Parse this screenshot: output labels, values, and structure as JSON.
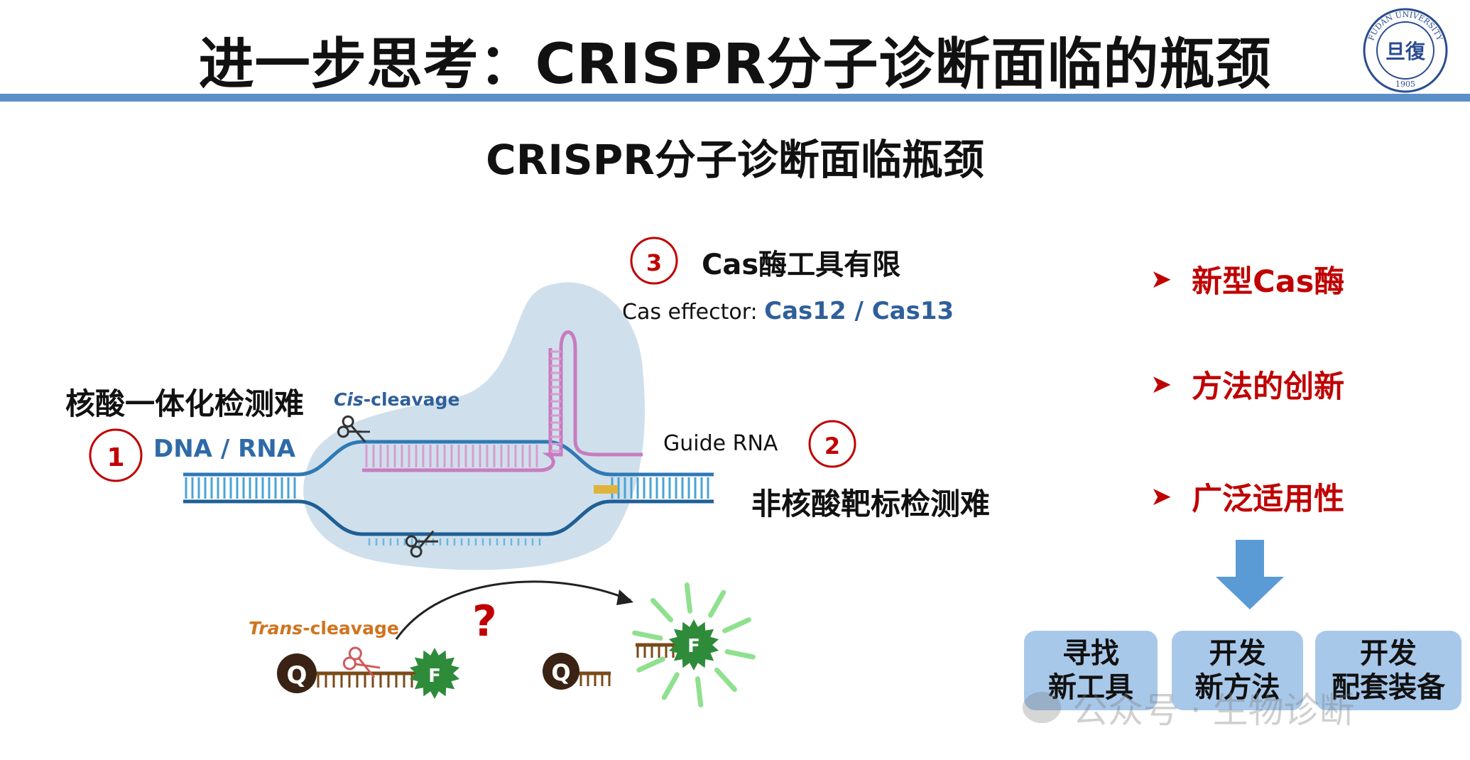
{
  "header": {
    "title": "进一步思考：CRISPR分子诊断面临的瓶颈",
    "logo_text_top": "FUDAN UNIVERSITY",
    "logo_year": "1905",
    "logo_glyph": "旦復"
  },
  "subtitle": "CRISPR分子诊断面临瓶颈",
  "diagram": {
    "bottleneck_1": {
      "number": "1",
      "title": "核酸一体化检测难",
      "sub": "DNA / RNA"
    },
    "bottleneck_2": {
      "number": "2",
      "title": "非核酸靶标检测难"
    },
    "bottleneck_3": {
      "number": "3",
      "title": "Cas酶工具有限",
      "effector_prefix": "Cas effector: ",
      "effector_names": "Cas12 / Cas13"
    },
    "cis_italic": "Cis",
    "cis_rest": "-cleavage",
    "guide_rna": "Guide RNA",
    "trans_italic": "Trans",
    "trans_rest": "-cleavage",
    "question": "?",
    "quencher": "Q",
    "fluor": "F",
    "colors": {
      "dna": "#2f79b5",
      "guide": "#c77cbf",
      "blob": "#cfe0ec",
      "accent": "#c00000",
      "fluor": "#2e8b3a",
      "trans": "#d0741e"
    }
  },
  "solutions": {
    "bullets": [
      "新型Cas酶",
      "方法的创新",
      "广泛适用性"
    ],
    "arrow_icon": "down-arrow-icon",
    "boxes": [
      {
        "line1": "寻找",
        "line2": "新工具"
      },
      {
        "line1": "开发",
        "line2": "新方法"
      },
      {
        "line1": "开发",
        "line2": "配套装备"
      }
    ]
  },
  "watermark": {
    "text": "公众号 · 生物诊断"
  }
}
